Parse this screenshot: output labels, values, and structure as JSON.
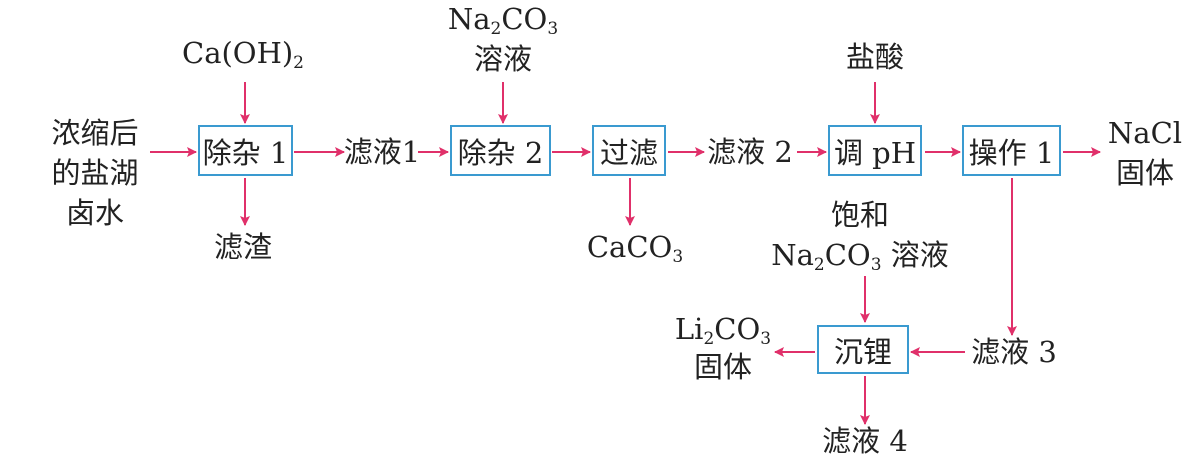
{
  "colors": {
    "arrow": "#e0306a",
    "box_border": "#3a9ad0",
    "text": "#222222"
  },
  "inputs": {
    "brine": [
      "浓缩后",
      "的盐湖",
      "卤水"
    ],
    "caoh2": [
      "Ca(OH)",
      "2"
    ],
    "na2co3_top": {
      "formula": [
        "Na",
        "2",
        "CO",
        "3"
      ],
      "label": "溶液"
    },
    "hcl": "盐酸",
    "sat_na2co3": {
      "line1": "饱和",
      "formula": [
        "Na",
        "2",
        "CO",
        "3"
      ],
      "label": "溶液"
    }
  },
  "steps": {
    "impurity1": "除杂 1",
    "impurity2": "除杂 2",
    "filter": "过滤",
    "adjust_ph": "调 pH",
    "operation1": "操作 1",
    "lithium_precip": "沉锂"
  },
  "intermediates": {
    "filtrate1": "滤液1",
    "filtrate2": "滤液 2",
    "filtrate3": "滤液 3",
    "filtrate4": "滤液 4",
    "residue": "滤渣",
    "caco3": [
      "CaCO",
      "3"
    ]
  },
  "products": {
    "nacl": [
      "NaCl",
      "固体"
    ],
    "li2co3": {
      "formula": [
        "Li",
        "2",
        "CO",
        "3"
      ],
      "label": "固体"
    }
  }
}
